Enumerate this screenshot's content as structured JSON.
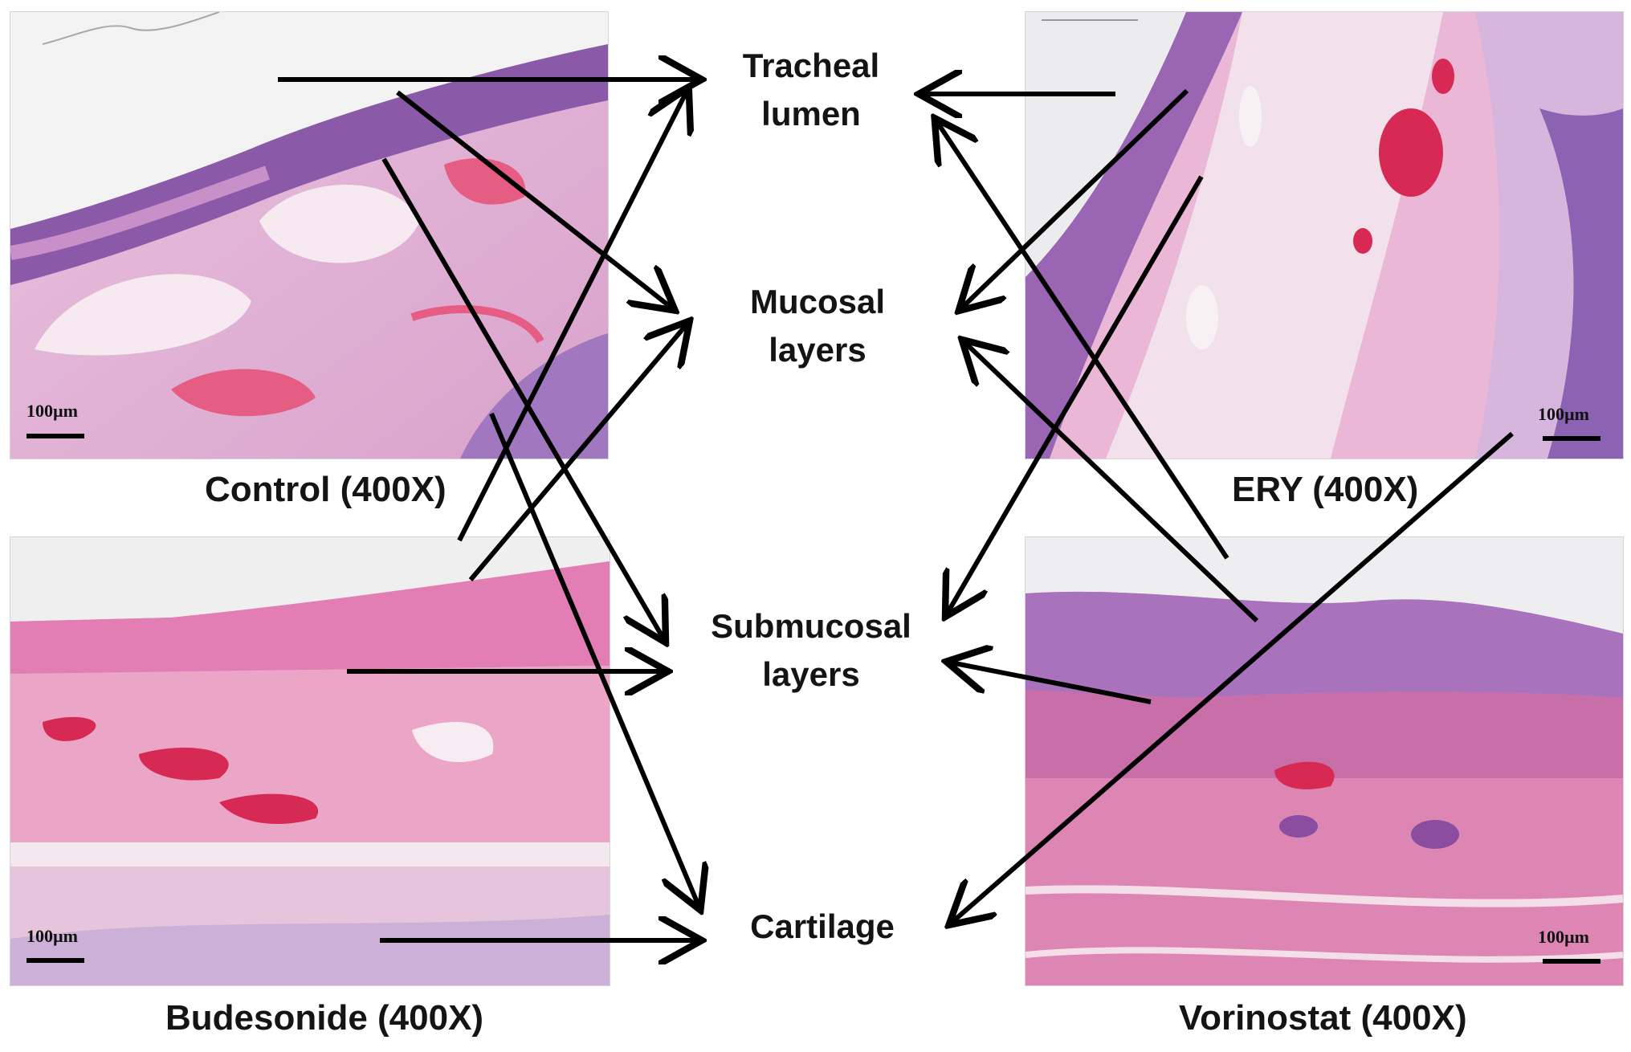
{
  "panels": {
    "control": {
      "caption": "Control (400X)",
      "scale": "100µm"
    },
    "ery": {
      "caption": "ERY (400X)",
      "scale": "100µm"
    },
    "budesonide": {
      "caption": "Budesonide (400X)",
      "scale": "100µm"
    },
    "vorinostat": {
      "caption": "Vorinostat (400X)",
      "scale": "100µm"
    }
  },
  "labels": {
    "tracheal_lumen": [
      "Tracheal",
      "lumen"
    ],
    "mucosal_layers": [
      "Mucosal",
      "layers"
    ],
    "submucosal_layers": [
      "Submucosal",
      "layers"
    ],
    "cartilage": "Cartilage"
  },
  "colors": {
    "arrow": "#000000",
    "eosin_pink": "#e58fbf",
    "hematoxylin_purple": "#7a4ea6",
    "rbc_red": "#d62a55"
  }
}
